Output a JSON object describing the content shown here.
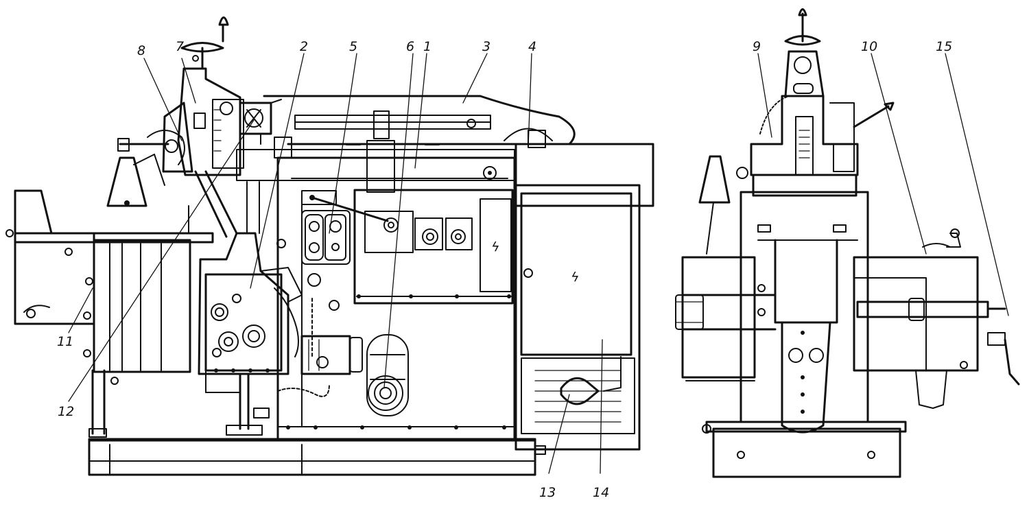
{
  "figure": {
    "callouts": [
      "1",
      "2",
      "3",
      "4",
      "5",
      "6",
      "7",
      "8",
      "9",
      "10",
      "11",
      "12",
      "13",
      "14",
      "15"
    ]
  }
}
